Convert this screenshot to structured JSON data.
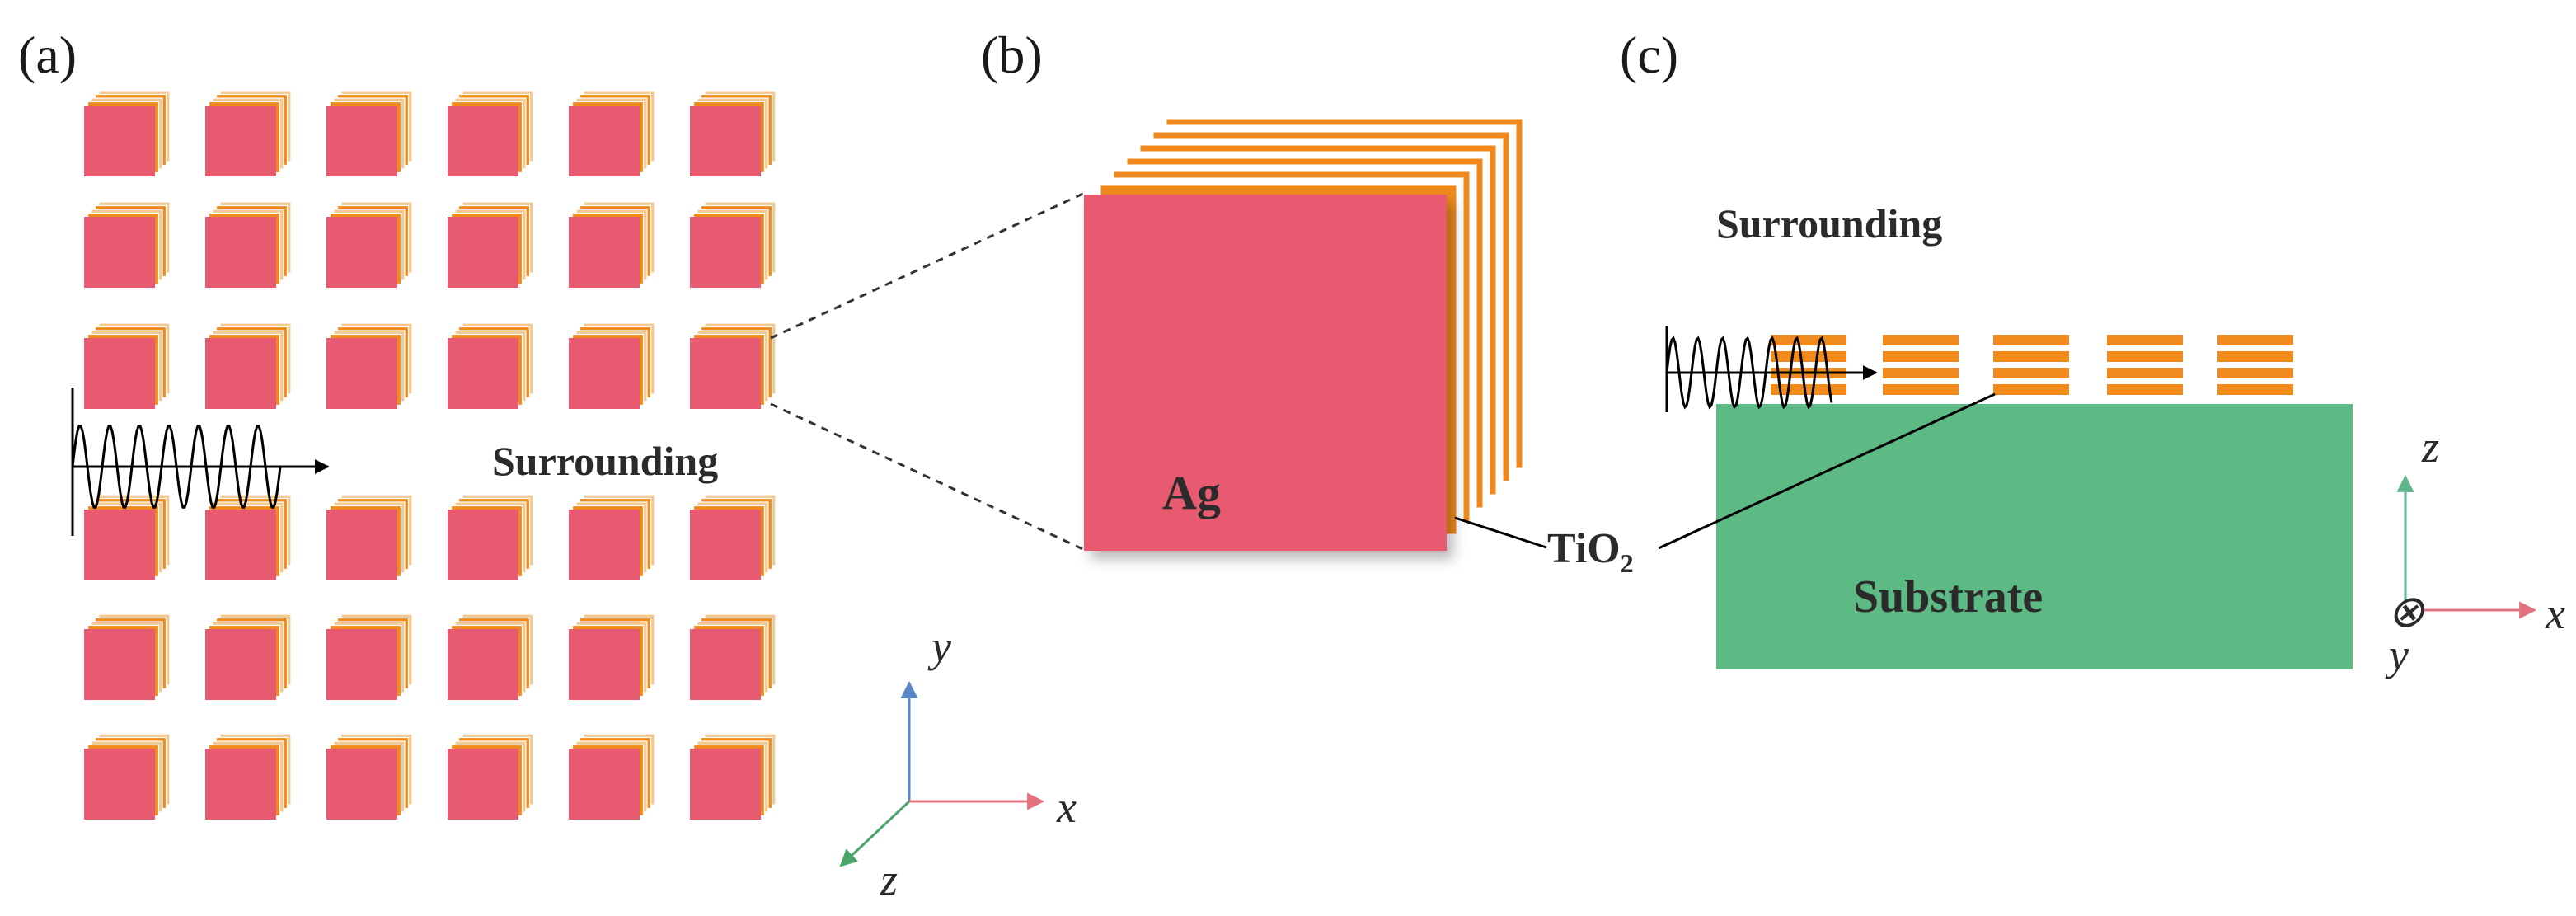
{
  "panels": {
    "a": {
      "label": "(a)",
      "surrounding": "Surrounding",
      "axes": {
        "x": "x",
        "y": "y",
        "z": "z"
      },
      "grid": {
        "rows": 6,
        "cols": 6
      }
    },
    "b": {
      "label": "(b)",
      "material_block": "Ag",
      "layer_material": "TiO",
      "layer_subscript": "2"
    },
    "c": {
      "label": "(c)",
      "surrounding": "Surrounding",
      "substrate": "Substrate",
      "axes": {
        "x": "x",
        "y": "y",
        "z": "z",
        "into_page": "⊗"
      },
      "element_count": 5
    }
  },
  "colors": {
    "ag": "#e75a6f",
    "tio2": "#f08a1c",
    "layer_light": "#f2c992",
    "separator": "#ffffff",
    "substrate": "#5dba84",
    "axis_x": "#e2727c",
    "axis_y": "#5b87c7",
    "axis_z_a": "#4aa56b",
    "axis_z_c": "#5fb58c",
    "text": "#2b2b2b"
  }
}
